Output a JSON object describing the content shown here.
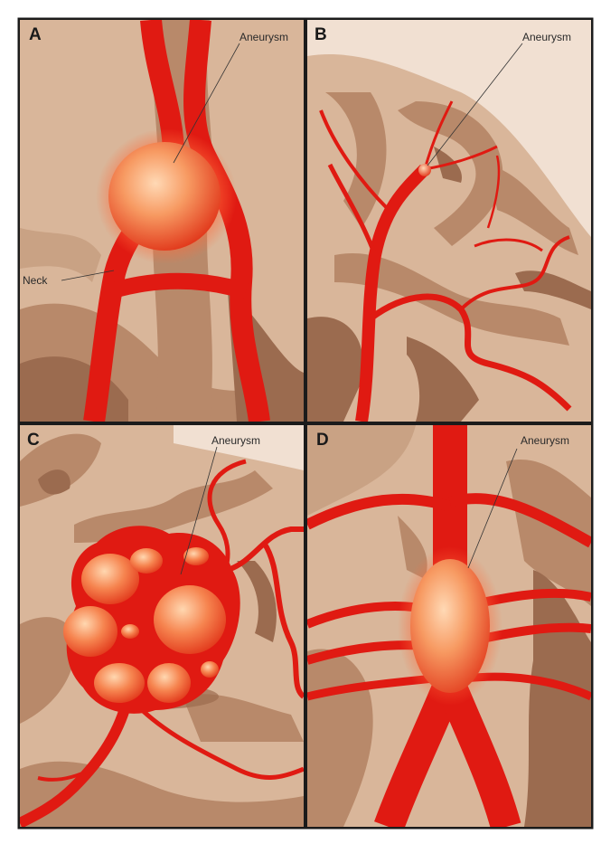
{
  "figure": {
    "panels": [
      {
        "id": "A",
        "label": "A",
        "annotations": [
          {
            "text": "Aneurysm"
          },
          {
            "text": "Neck"
          }
        ]
      },
      {
        "id": "B",
        "label": "B",
        "annotations": [
          {
            "text": "Aneurysm"
          }
        ]
      },
      {
        "id": "C",
        "label": "C",
        "annotations": [
          {
            "text": "Aneurysm"
          }
        ]
      },
      {
        "id": "D",
        "label": "D",
        "annotations": [
          {
            "text": "Aneurysm"
          }
        ]
      }
    ]
  },
  "colors": {
    "frame": "#1b1b1b",
    "tissue_light": "#d9b69a",
    "tissue_mid": "#b8896a",
    "tissue_dark": "#9b6b4f",
    "background_pale": "#f1e0d2",
    "vessel": "#e01a12",
    "aneurysm_core": "#ffd7b0",
    "aneurysm_edge": "#e33a1a"
  }
}
